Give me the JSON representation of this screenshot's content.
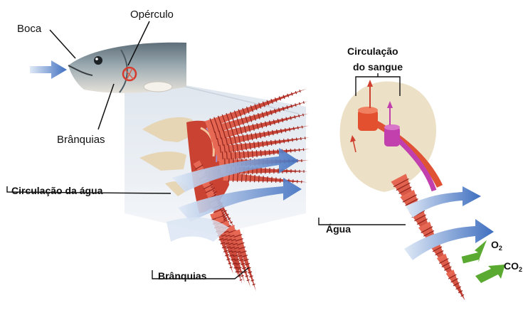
{
  "labels": {
    "boca": "Boca",
    "operculo": "Opérculo",
    "branquias_top": "Brânquias",
    "circulacao_sangue_l1": "Circulação",
    "circulacao_sangue_l2": "do sangue",
    "circulacao_agua": "Circulação da água",
    "agua": "Água",
    "branquias_bottom": "Brânquias",
    "o2": "O",
    "o2_sub": "2",
    "co2": "CO",
    "co2_sub": "2"
  },
  "colors": {
    "water_arrow": "#4a77c4",
    "gill_red": "#d8483a",
    "blood_red": "#e04a2e",
    "blood_purple": "#c23fae",
    "gas_green": "#5aaa32",
    "bone": "#e9dcc0"
  }
}
